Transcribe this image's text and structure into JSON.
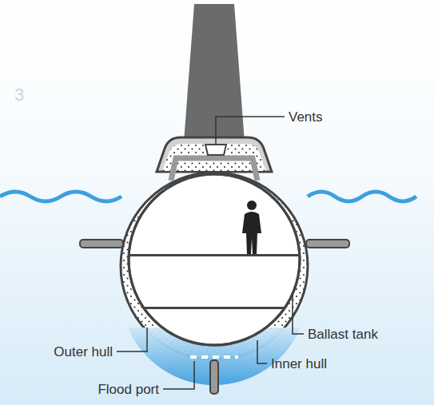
{
  "diagram": {
    "labels": [
      "3",
      "Vents",
      "Ballast tank",
      "Outer hull",
      "Flood port",
      "Inner hull"
    ]
  }
}
